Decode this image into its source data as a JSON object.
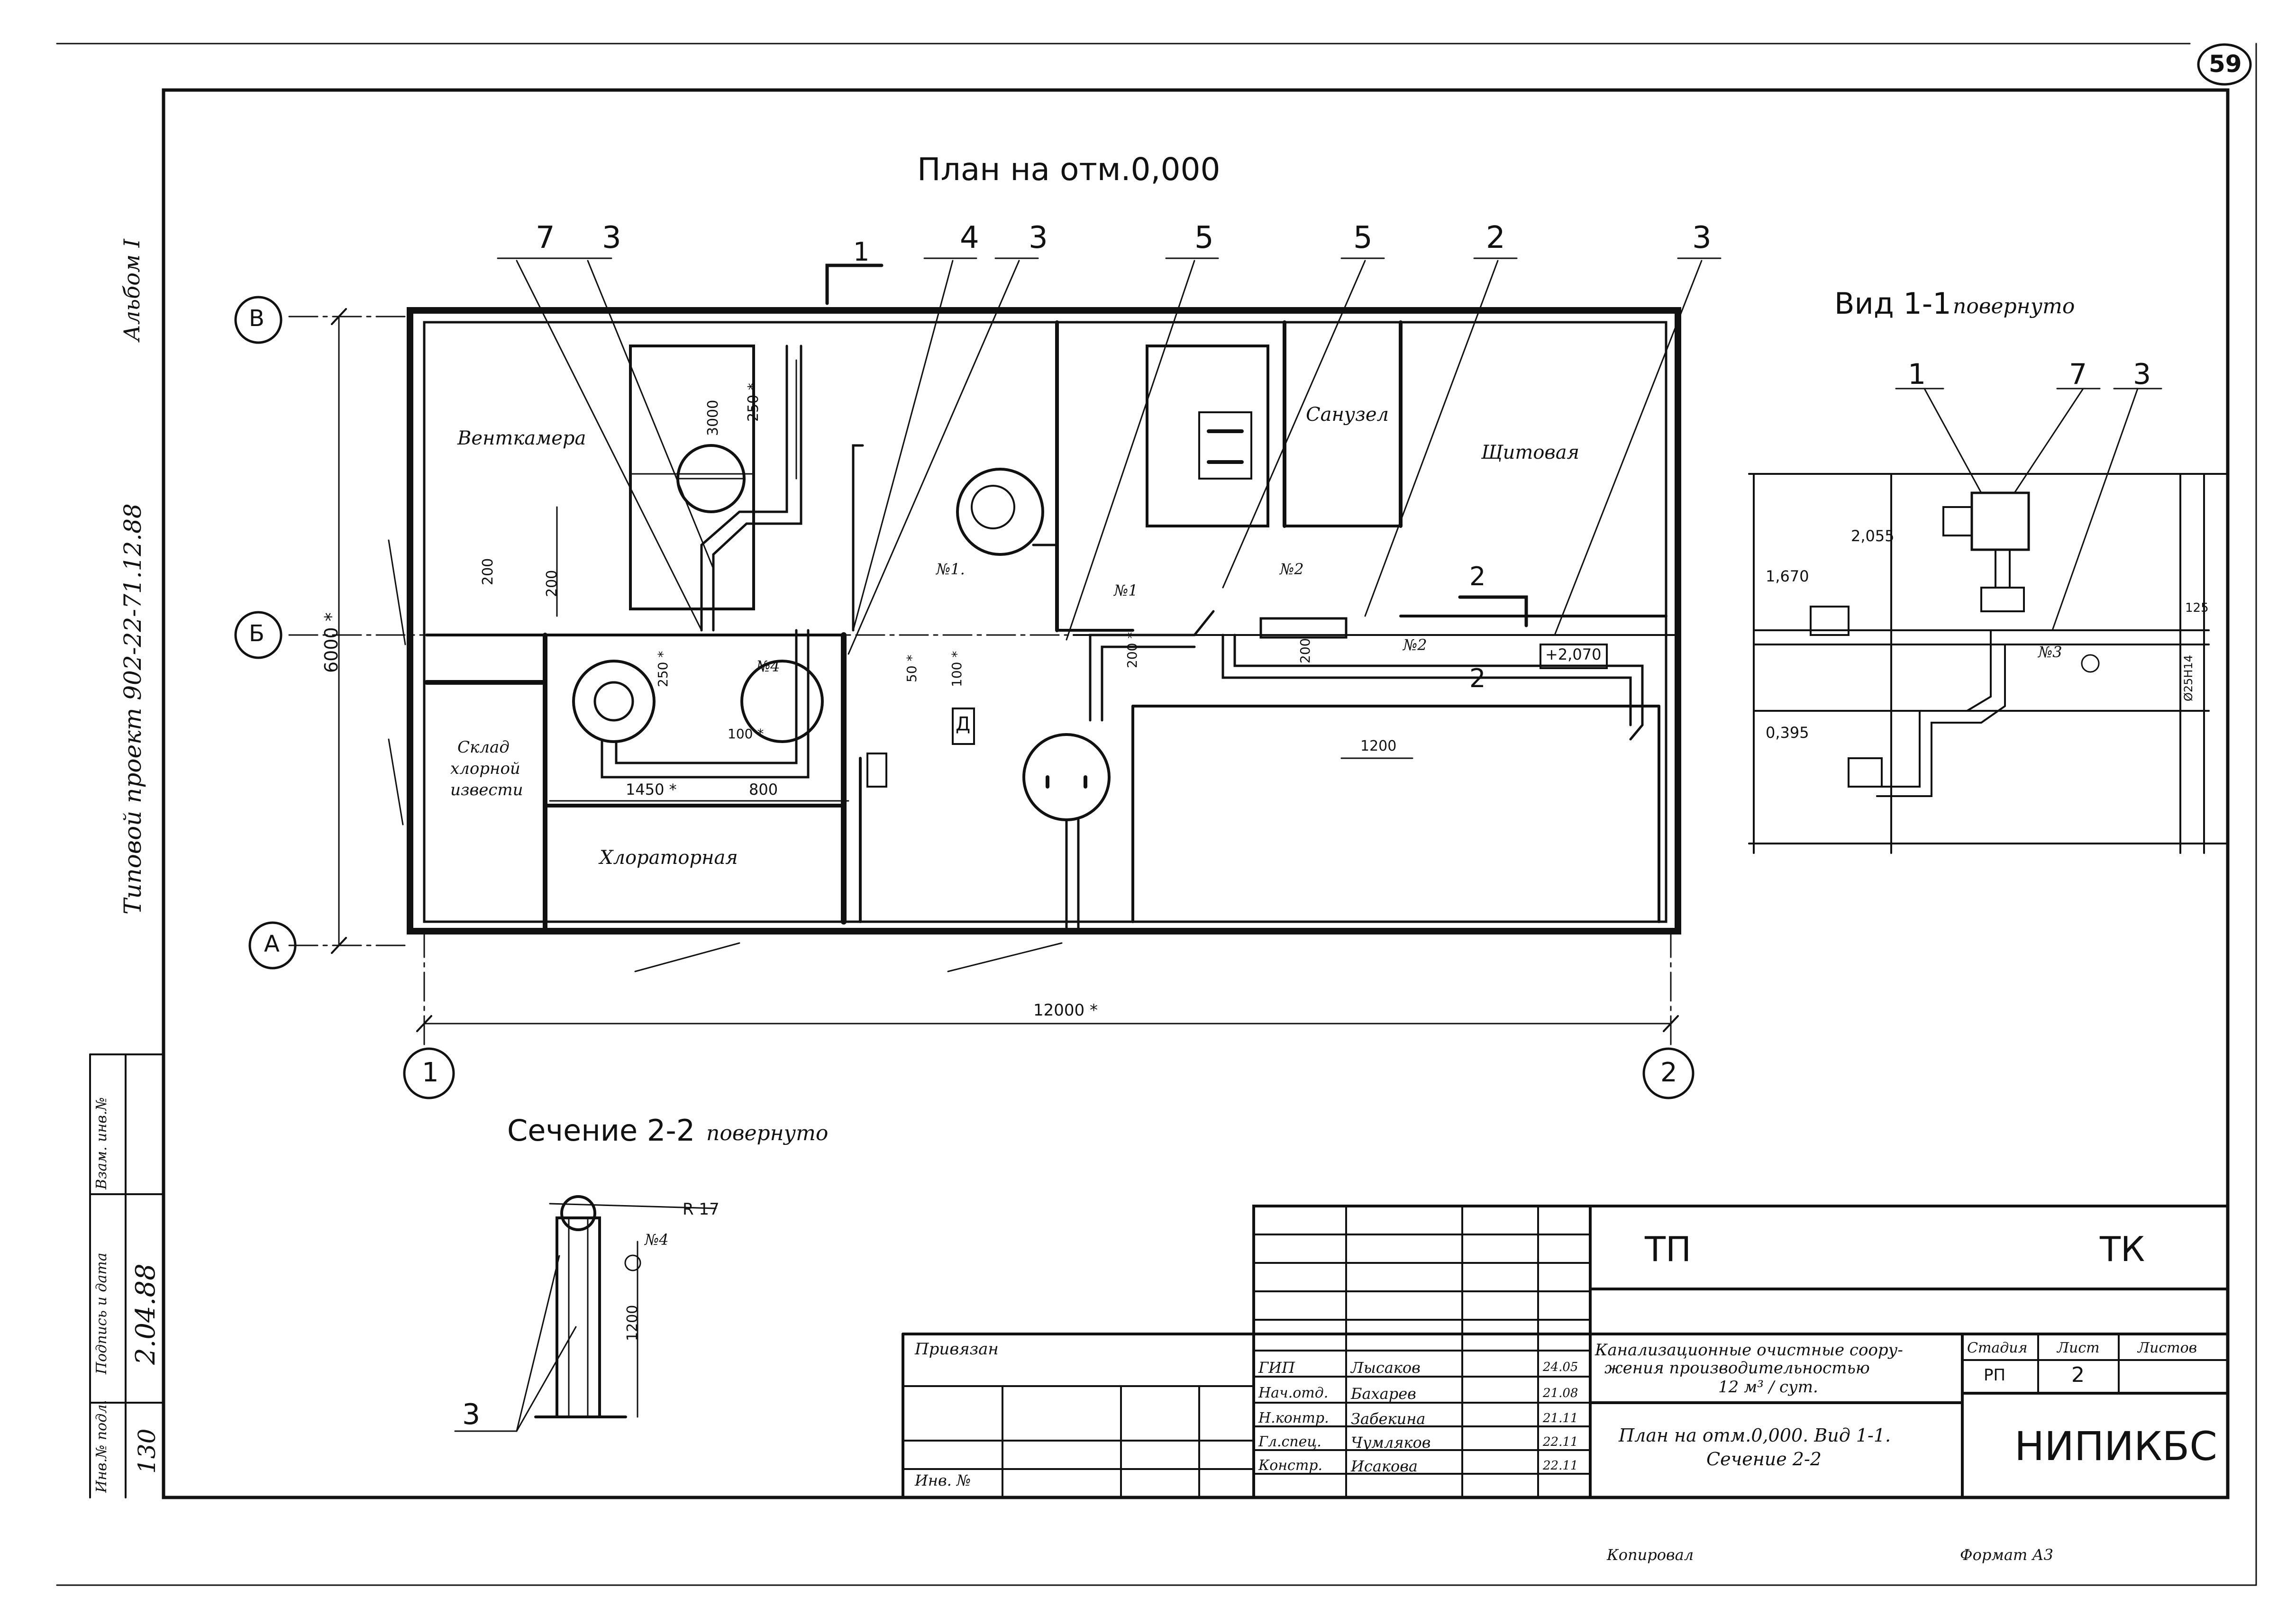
{
  "sheet": {
    "page_number": "59",
    "album": "Альбом I",
    "typical_project": "Типовой проект 902-22-71.12.88"
  },
  "plan": {
    "title": "План на отм.0,000",
    "rooms": {
      "ventkamera": "Венткамера",
      "sanuzel": "Санузел",
      "shchitovaya": "Щитовая",
      "sklad": [
        "Склад",
        "хлорной",
        "извести"
      ],
      "khloratornaya": "Хлораторная",
      "d": "Д"
    },
    "axes": {
      "v": "В",
      "b": "Б",
      "a": "А",
      "one": "1",
      "two": "2"
    },
    "callouts": [
      "7",
      "3",
      "4",
      "3",
      "5",
      "5",
      "2",
      "3"
    ],
    "section_marks": {
      "cut1": "1",
      "cut2": "2"
    },
    "pipe_tags": {
      "n1a": "№1.",
      "n1b": "№1",
      "n2a": "№2",
      "n2b": "№2",
      "n4": "№4"
    },
    "dims": {
      "overall_width": "12000 *",
      "overall_height": "6000 *",
      "d3000": "3000",
      "d250a": "250 *",
      "d200a": "200",
      "d200b": "200",
      "d250b": "250 *",
      "d1450": "1450 *",
      "d800": "800",
      "d100a": "100 *",
      "d50": "50 *",
      "d100b": "100 *",
      "d200c": "200 *",
      "d200d": "200",
      "d1200": "1200",
      "mark2070": "+2,070",
      "pipe2": "2"
    }
  },
  "view11": {
    "title": "Вид 1-1",
    "note": "повернуто",
    "callouts": [
      "1",
      "7",
      "3"
    ],
    "levels": {
      "l2055": "2,055",
      "l1670": "1,670",
      "l0395": "0,395"
    },
    "tag": "№3",
    "dim_r": "125",
    "dim_dn": "Ø25Н14"
  },
  "section22": {
    "title": "Сечение 2-2",
    "note": "повернуто",
    "radius": "R 17",
    "tag": "№4",
    "height": "1200",
    "callout": "3"
  },
  "stamp": {
    "code_left": "ТП",
    "code_right": "ТК",
    "privyazan": "Привязан",
    "inv_no": "Инв. №",
    "title": [
      "Канализационные очистные соору-",
      "жения производительностью",
      "12 м³ / сут."
    ],
    "sheet_title": [
      "План на отм.0,000. Вид 1-1.",
      "Сечение 2-2"
    ],
    "stage_label": "Стадия",
    "sheet_label": "Лист",
    "sheets_label": "Листов",
    "stage": "РП",
    "sheet": "2",
    "sheets": "",
    "org": "НИПИКБС",
    "roles": [
      {
        "role": "ГИП",
        "name": "Лысаков",
        "date": "24.05"
      },
      {
        "role": "Нач.отд.",
        "name": "Бахарев",
        "date": "21.08"
      },
      {
        "role": "Н.контр.",
        "name": "Забекина",
        "date": "21.11"
      },
      {
        "role": "Гл.спец.",
        "name": "Чумляков",
        "date": "22.11"
      },
      {
        "role": "Констр.",
        "name": "Исакова",
        "date": "22.11"
      }
    ]
  },
  "side_stamp": {
    "inv_podl_label": "Инв.№ подл.",
    "inv_podl_value": "130",
    "sign_label": "Подпись и дата",
    "sign_value": "2.04.88",
    "vzam_label": "Взам. инв.№"
  },
  "footer": {
    "copied": "Копировал",
    "format": "Формат А3"
  }
}
